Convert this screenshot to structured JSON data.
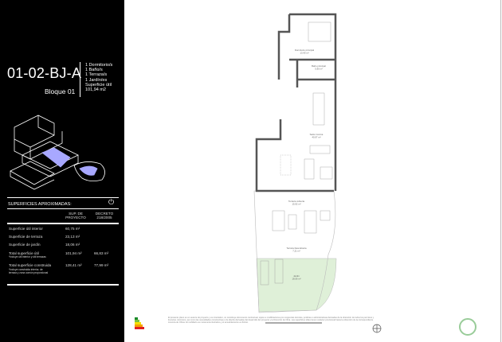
{
  "unit": {
    "code": "01-02-BJ-A",
    "block": "Bloque 01",
    "features": [
      "1 Dormitorio/s",
      "1 Baño/s",
      "1 Terraza/s",
      "1 Jardín/es",
      "Superficie útil",
      "101,94  m2"
    ]
  },
  "surfaces": {
    "title": "SUPERFICIES APROXIMADAS:",
    "col_headers": [
      "SUP. DE PROYECTO",
      "DECRETO 218/2005"
    ],
    "rows": [
      {
        "label": "Superficie útil interior",
        "project": "60,75  m²",
        "decree": ""
      },
      {
        "label": "Superficie de terraza",
        "project": "23,13  m²",
        "decree": ""
      },
      {
        "label": "Superficie de jardín",
        "project": "18,06 m²",
        "decree": ""
      },
      {
        "label": "Total superficie útil",
        "note": "*Incluye útil interior y útil terrazas",
        "project": "101,94  m²",
        "decree": "66,83  m²"
      },
      {
        "label": "Total superficie construida",
        "note": "*Incluye construida interior, de terraza y zona común proporcional",
        "project": "128,41  m²",
        "decree": "77,99  m²"
      }
    ]
  },
  "rooms": [
    {
      "name": "Dormitorio principal",
      "area": "13,40 m²"
    },
    {
      "name": "Baño principal",
      "area": "5,90 m²"
    },
    {
      "name": "Salón Cocina",
      "area": "40,97 m²"
    },
    {
      "name": "Terraza cubierta",
      "area": "15,92 m²"
    },
    {
      "name": "Terraza Descubierta",
      "area": "7,21 m²"
    },
    {
      "name": "Jardín",
      "area": "18,06 m²"
    }
  ],
  "disclaimer": "El presente plano es un avance de proyecto y es orientativo, no constituye documento contractual, sujeto a modificaciones por exigencias técnicas, jurídicas o administrativas derivadas de la obtención de todos los permisos y licencias. Asimismo, así como las necesidades constructivas o de diseño derivadas del desarrollo del proyecto y la Dirección de Obra. Las superficies útiles tienen carácter provisional hasta la obtención de la correspondiente Licencia de Obras. El mobiliario es meramente ilustrativo y el amueblamiento es ficticio.",
  "colors": {
    "panel": "#000000",
    "garden": "#dff0d8",
    "wall": "#555555"
  },
  "icons": [
    "power-icon",
    "energy-rating-icon",
    "compass-icon",
    "scale-bar",
    "certification-seal-icon"
  ]
}
